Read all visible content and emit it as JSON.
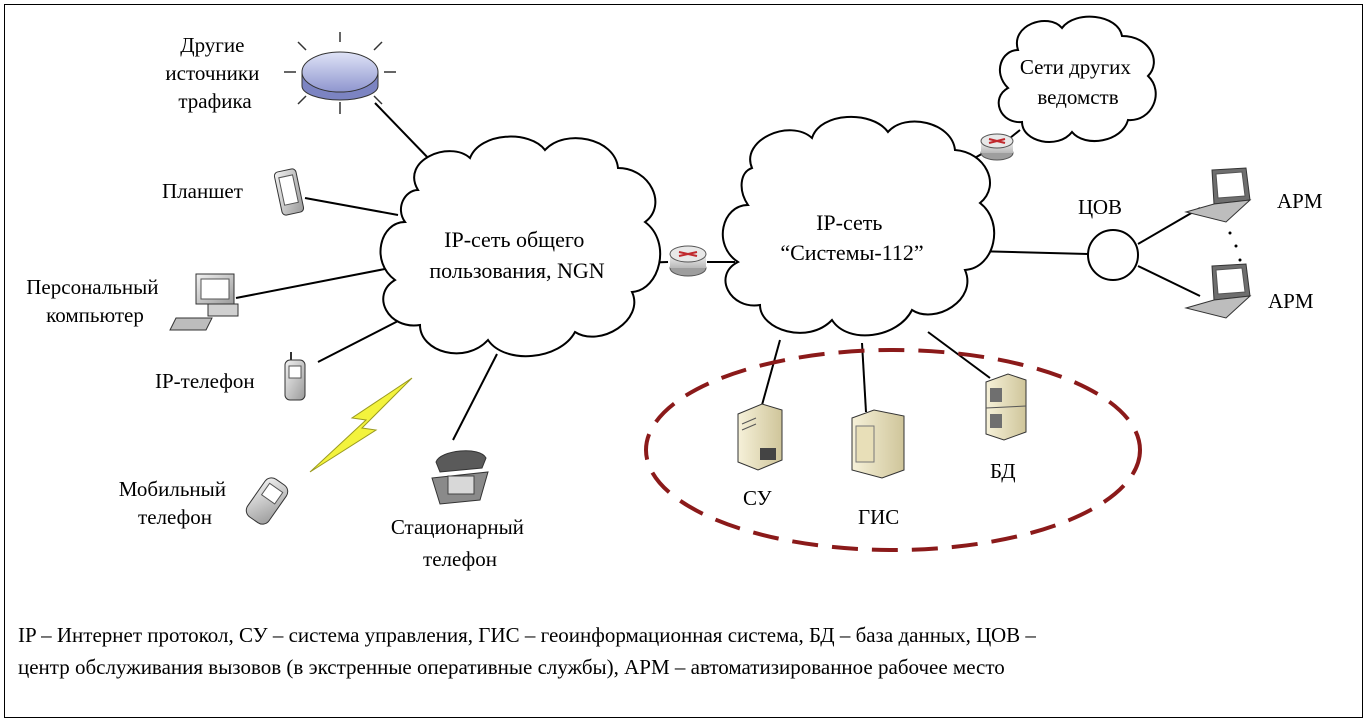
{
  "nodes": {
    "other_sources": [
      "Другие",
      "источники",
      "трафика"
    ],
    "tablet": "Планшет",
    "pc": [
      "Персональный",
      "компьютер"
    ],
    "ip_phone": "IP-телефон",
    "mobile": [
      "Мобильный",
      "телефон"
    ],
    "landline": [
      "Стационарный",
      "телефон"
    ],
    "public_cloud": [
      "IP-сеть общего",
      "пользования, NGN"
    ],
    "system_cloud": [
      "IP-сеть",
      "“Системы-112”"
    ],
    "other_agencies": [
      "Сети других",
      "ведомств"
    ],
    "cov": "ЦОВ",
    "arm_top": "АРМ",
    "arm_bottom": "АРМ",
    "su": "СУ",
    "gis": "ГИС",
    "db": "БД"
  },
  "caption": {
    "line1": "IP – Интернет протокол, СУ – система управления, ГИС – геоинформационная система, БД – база данных, ЦОВ –",
    "line2": "центр обслуживания вызовов (в экстренные оперативные службы), АРМ – автоматизированное рабочее место"
  }
}
